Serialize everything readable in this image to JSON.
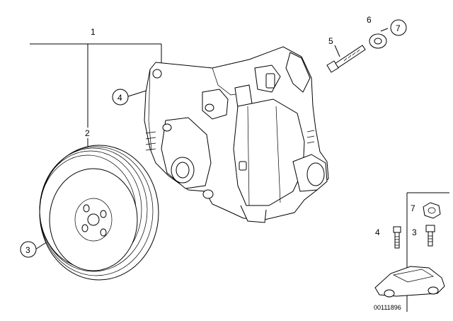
{
  "callouts": {
    "label_1": "1",
    "label_2": "2",
    "label_3": "3",
    "label_4": "4",
    "label_5": "5",
    "label_6": "6",
    "label_7": "7"
  },
  "legend": {
    "label_7": "7",
    "label_4": "4",
    "label_3": "3"
  },
  "drawing_number": "00111896",
  "icons": [
    "pulley-icon",
    "pump-icon",
    "bolt-icon",
    "nut-icon",
    "car-icon"
  ]
}
